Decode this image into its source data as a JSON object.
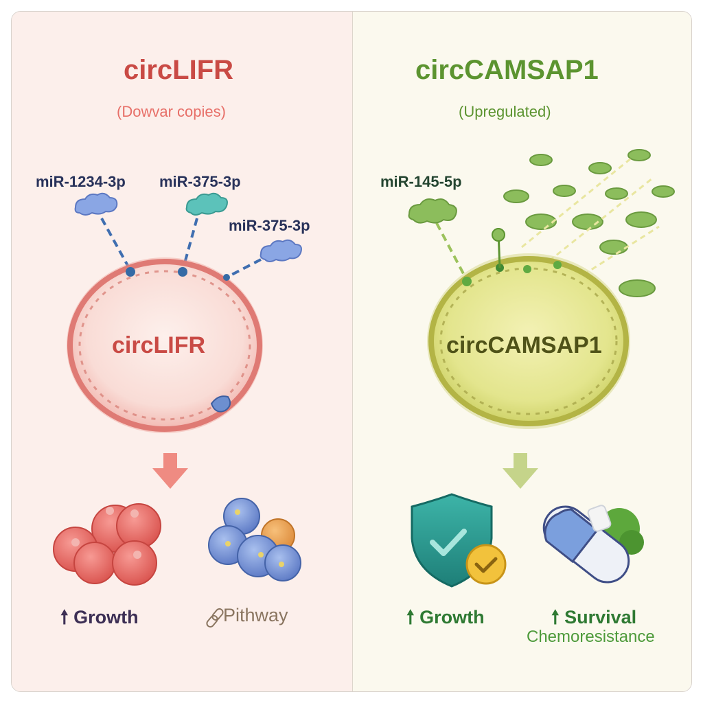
{
  "left": {
    "title": "circLIFR",
    "subtitle": "(Dowvar copies)",
    "circle_label": "circLIFR",
    "mirnas": [
      "miR-1234-3p",
      "miR-375-3p",
      "miR-375-3p"
    ],
    "outcomes": [
      {
        "arrow": "🠕",
        "label": "Growth"
      },
      {
        "label": "Pithway"
      }
    ],
    "colors": {
      "accent": "#c94a45",
      "circle_fill": "#fbe6e2",
      "circle_stroke": "#df7a74",
      "arrow": "#ef8b82"
    }
  },
  "right": {
    "title": "circCAMSAP1",
    "subtitle": "(Upregulated)",
    "circle_label": "circCAMSAP1",
    "mirnas": [
      "miR-145-5p"
    ],
    "outcomes": [
      {
        "arrow": "🠕",
        "label": "Growth"
      },
      {
        "arrow": "🠕",
        "label": "Survival"
      },
      {
        "label": "Chemoresistance"
      }
    ],
    "colors": {
      "accent": "#5c9430",
      "circle_fill": "#e8ea9a",
      "circle_stroke": "#b3b445",
      "arrow": "#c5d48a"
    }
  },
  "icons": [
    "cloud-icon",
    "tumor-cells-icon",
    "protein-cluster-icon",
    "shield-check-icon",
    "pill-icon",
    "pathway-link-icon"
  ]
}
